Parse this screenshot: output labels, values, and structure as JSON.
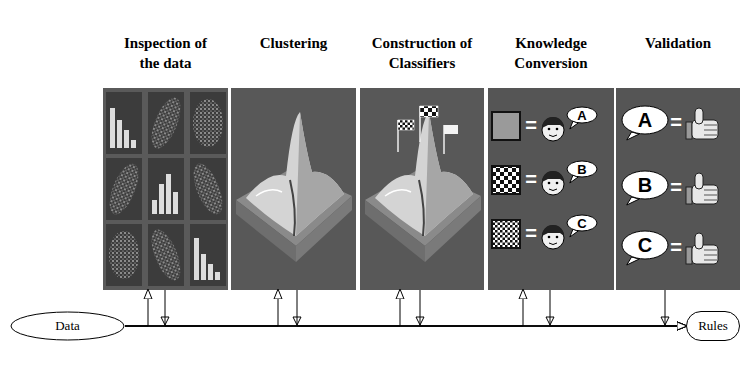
{
  "diagram": {
    "nodes": [
      {
        "text": [
          "Inspection of the data"
        ]
      },
      {
        "text": [
          "Clustering"
        ]
      },
      {
        "text": [
          "Construction of Classifiers"
        ]
      },
      {
        "text": [
          "Knowledge Conversion"
        ]
      },
      {
        "text": [
          "A"
        ],
        "in": 3
      },
      {
        "text": [
          "B"
        ],
        "in": 3
      },
      {
        "text": [
          "C"
        ],
        "in": 3
      },
      {
        "text": [
          "Validation"
        ]
      },
      {
        "text": [
          "A"
        ],
        "in": 7
      },
      {
        "text": [
          "B"
        ],
        "in": 7
      },
      {
        "text": [
          "C"
        ],
        "in": 7
      },
      {
        "text": [
          "Data"
        ]
      },
      {
        "text": [
          "Rules"
        ]
      }
    ],
    "edges": [
      {
        "from": 11,
        "to": 12,
        "arrow": "to"
      },
      {
        "from": 11,
        "to": 0,
        "arrow": "to"
      },
      {
        "from": 11,
        "to": 1,
        "arrow": "to"
      },
      {
        "from": 11,
        "to": 2,
        "arrow": "to"
      },
      {
        "from": 11,
        "to": 3,
        "arrow": "to"
      },
      {
        "from": 0,
        "to": 12,
        "arrow": "to"
      },
      {
        "from": 1,
        "to": 12,
        "arrow": "to"
      },
      {
        "from": 2,
        "to": 12,
        "arrow": "to"
      },
      {
        "from": 3,
        "to": 12,
        "arrow": "to"
      },
      {
        "from": 7,
        "to": 12,
        "arrow": "to"
      }
    ],
    "labels": [
      "=",
      "=",
      "=",
      "=",
      "=",
      "="
    ]
  }
}
